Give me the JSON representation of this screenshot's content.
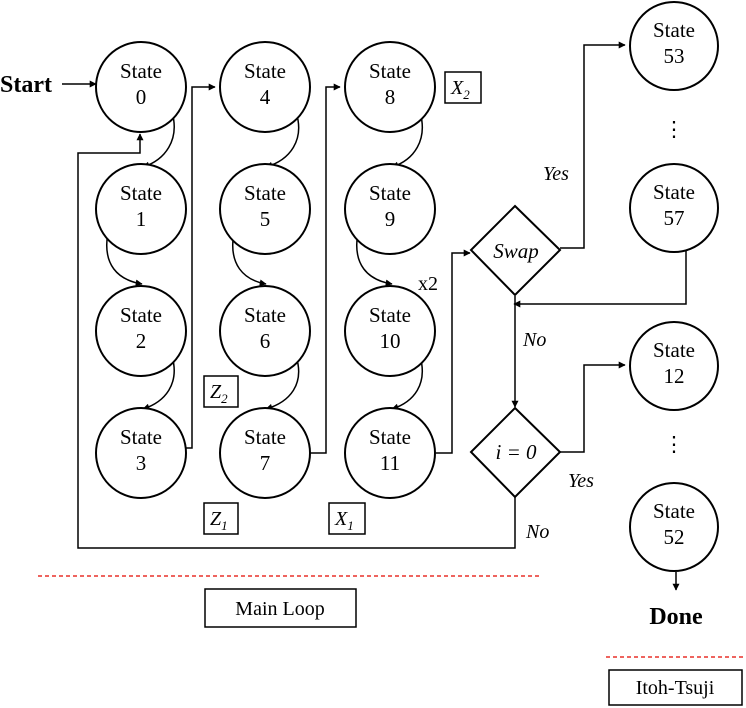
{
  "start_label": "Start",
  "done_label": "Done",
  "state_word": "State",
  "states": [
    "0",
    "1",
    "2",
    "3",
    "4",
    "5",
    "6",
    "7",
    "8",
    "9",
    "10",
    "11",
    "53",
    "57",
    "12",
    "52"
  ],
  "decisions": {
    "swap": "Swap",
    "zero_test": "i = 0"
  },
  "edge_labels": {
    "swap_yes": "Yes",
    "swap_no": "No",
    "zero_yes": "Yes",
    "zero_no": "No",
    "repeat": "x2"
  },
  "vars": {
    "z2": {
      "base": "Z",
      "sub": "2"
    },
    "z1": {
      "base": "Z",
      "sub": "1"
    },
    "x2": {
      "base": "X",
      "sub": "2"
    },
    "x1": {
      "base": "X",
      "sub": "1"
    }
  },
  "ellipsis": "⋮",
  "regions": {
    "main": "Main Loop",
    "itoh": "Itoh-Tsuji"
  }
}
